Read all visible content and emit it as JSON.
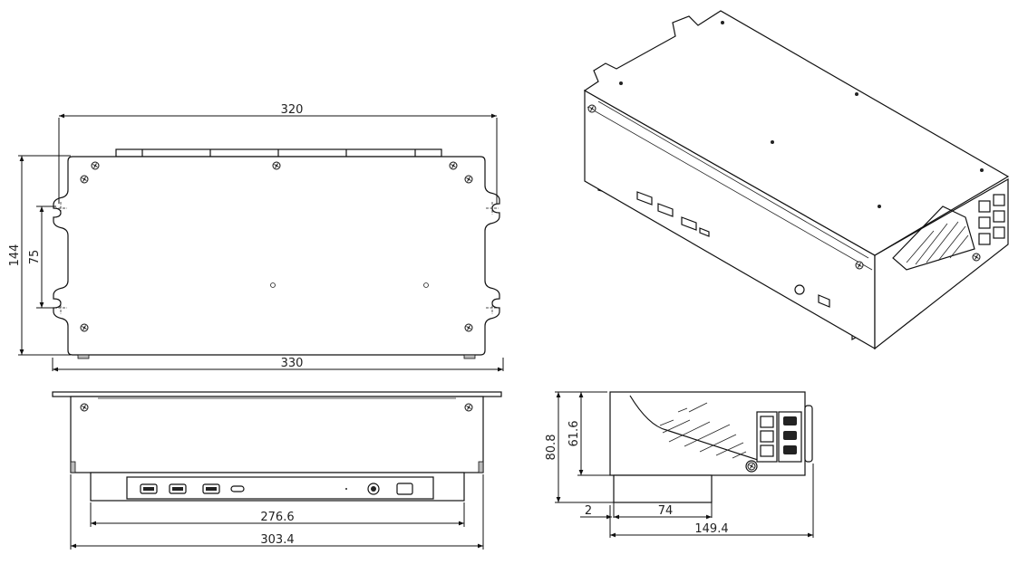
{
  "top_view": {
    "dimensions": {
      "width_outer": "320",
      "width_total": "330",
      "height": "144",
      "slot_pitch": "75"
    }
  },
  "front_view": {
    "dimensions": {
      "lower_width": "276.6",
      "body_width": "303.4"
    }
  },
  "side_view": {
    "dimensions": {
      "total_height": "80.8",
      "body_height": "61.6",
      "offset": "2",
      "foot_depth": "74",
      "total_depth": "149.4"
    }
  },
  "colors": {
    "line": "#111111",
    "background": "#ffffff"
  }
}
